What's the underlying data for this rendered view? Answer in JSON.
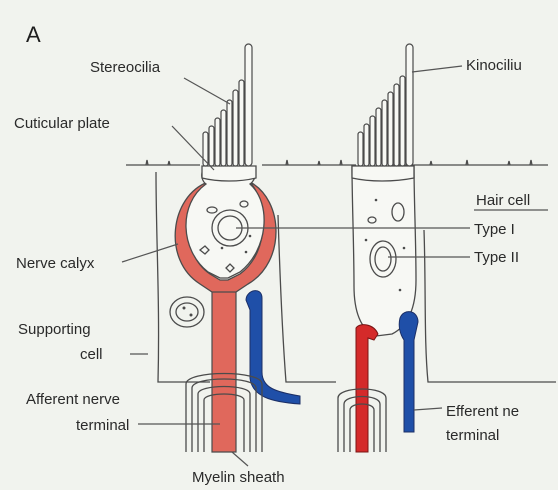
{
  "figure": {
    "panel_letter": "A",
    "labels": {
      "stereocilia": "Stereocilia",
      "kinocilium": "Kinociliu",
      "cuticular_plate": "Cuticular plate",
      "hair_cells": "Hair cell",
      "type_1": "Type I",
      "type_2": "Type II",
      "nerve_calyx": "Nerve calyx",
      "supporting_cell_line1": "Supporting",
      "supporting_cell_line2": "cell",
      "afferent_line1": "Afferent nerve",
      "afferent_line2": "terminal",
      "myelin_sheath": "Myelin sheath",
      "efferent_line1": "Efferent ne",
      "efferent_line2": "terminal"
    },
    "colors": {
      "afferent_red": "#e0685c",
      "afferent_bright_red": "#d42a2a",
      "efferent_blue": "#1f4fa8",
      "outline": "#4b4b4b",
      "background": "#f1f3ee"
    }
  }
}
